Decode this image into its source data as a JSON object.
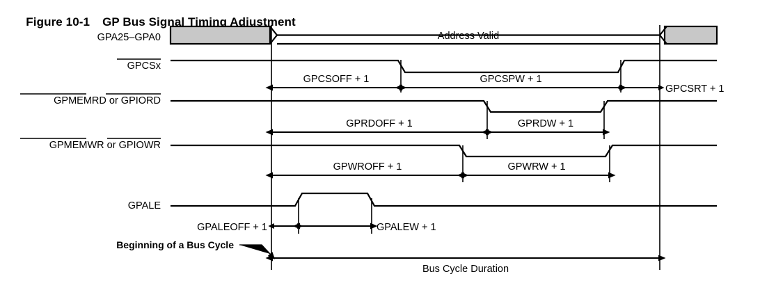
{
  "figure": {
    "number": "Figure 10-1",
    "title": "GP Bus Signal Timing Adjustment"
  },
  "colors": {
    "line": "#000000",
    "bus_fill": "#c8c8c8",
    "background": "#ffffff"
  },
  "signals": [
    {
      "id": "gpa",
      "label": "GPA25–GPA0",
      "overbar": false,
      "bus_value": "Address Valid"
    },
    {
      "id": "gpcsx",
      "label": "GPCSx",
      "overbar": true
    },
    {
      "id": "rd",
      "label_parts": [
        {
          "text": "GPMEMRD",
          "overbar": true
        },
        {
          "text": " or ",
          "overbar": false
        },
        {
          "text": "GPIORD",
          "overbar": true
        }
      ],
      "label": "GPMEMRD or GPIORD"
    },
    {
      "id": "wr",
      "label_parts": [
        {
          "text": "GPMEMWR",
          "overbar": true
        },
        {
          "text": " or ",
          "overbar": false
        },
        {
          "text": "GPIOWR",
          "overbar": true
        }
      ],
      "label": "GPMEMWR or GPIOWR"
    },
    {
      "id": "gpale",
      "label": "GPALE",
      "overbar": false
    }
  ],
  "timings": [
    {
      "id": "gpcsoff",
      "label": "GPCSOFF + 1"
    },
    {
      "id": "gpcspw",
      "label": "GPCSPW + 1"
    },
    {
      "id": "gpcsrt",
      "label": "GPCSRT + 1"
    },
    {
      "id": "gprdoff",
      "label": "GPRDOFF + 1"
    },
    {
      "id": "gprdw",
      "label": "GPRDW + 1"
    },
    {
      "id": "gpwroff",
      "label": "GPWROFF + 1"
    },
    {
      "id": "gpwrw",
      "label": "GPWRW + 1"
    },
    {
      "id": "gpaleoff",
      "label": "GPALEOFF + 1"
    },
    {
      "id": "gpalew",
      "label": "GPALEW + 1"
    }
  ],
  "annotations": {
    "bus_cycle_start": "Beginning of a Bus Cycle",
    "bus_cycle_duration": "Bus Cycle Duration"
  }
}
